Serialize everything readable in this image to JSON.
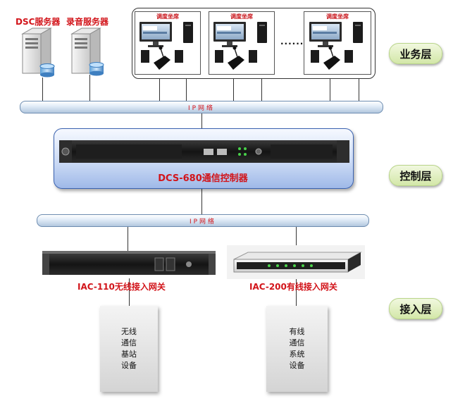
{
  "servers": {
    "dsc": "DSC服务器",
    "recording": "录音服务器"
  },
  "business_area": {
    "seat_label": "调度坐席",
    "ellipsis": "......"
  },
  "network": {
    "top_bar": "IP网络",
    "bottom_bar": "IP网络"
  },
  "controller": {
    "label": "DCS-680通信控制器"
  },
  "gateways": {
    "wireless": "IAC-110无线接入网关",
    "wired": "IAC-200有线接入网关"
  },
  "devices": {
    "wireless": "无线\n通信\n基站\n设备",
    "wired": "有线\n通信\n系统\n设备"
  },
  "layers": {
    "business": "业务层",
    "control": "控制层",
    "access": "接入层"
  },
  "colors": {
    "label_red": "#d2141a",
    "bar_border": "#6d8cb0",
    "controller_blue": "#7f9fdc",
    "pill_green": "#d3e7a8"
  }
}
